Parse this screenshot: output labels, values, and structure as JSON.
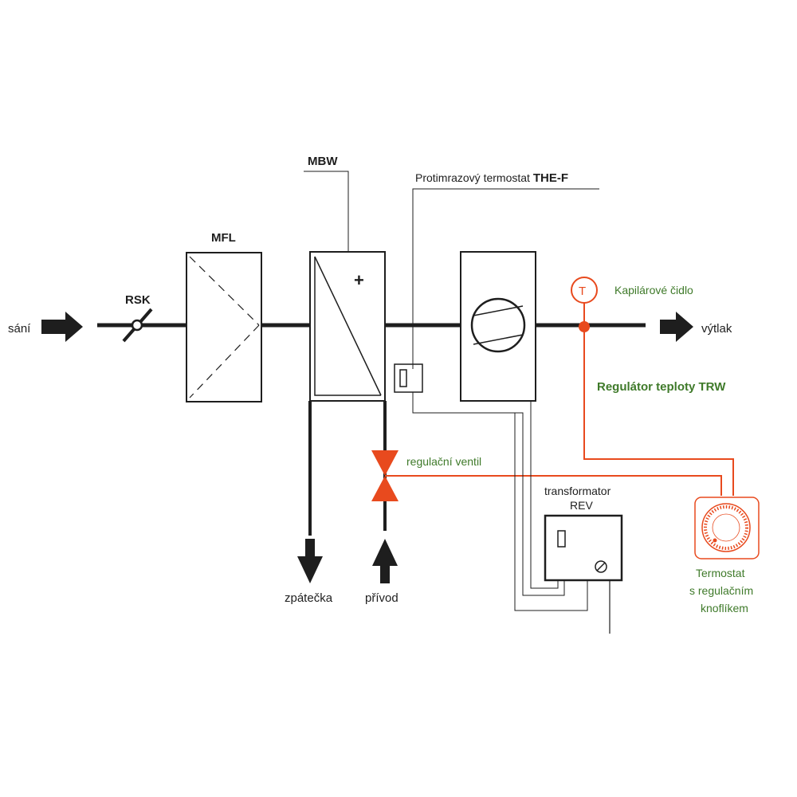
{
  "labels": {
    "sani": "sání",
    "vytlak": "výtlak",
    "rsk": "RSK",
    "mfl": "MFL",
    "mbw": "MBW",
    "thef_prefix": "Protimrazový termostat ",
    "thef_code": "THE-F",
    "plus": "+",
    "kapilarove": "Kapilárové čidlo",
    "t_symbol": "T",
    "regulator": "Regulátor teploty TRW",
    "ventil": "regulační ventil",
    "transformator_1": "transformator",
    "transformator_2": "REV",
    "zpatecka": "zpátečka",
    "privod": "přívod",
    "termostat_1": "Termostat",
    "termostat_2": "s regulačním",
    "termostat_3": "knoflíkem"
  },
  "colors": {
    "line": "#1e1e1e",
    "control": "#e84a1e",
    "label_green": "#3f7a2a"
  }
}
